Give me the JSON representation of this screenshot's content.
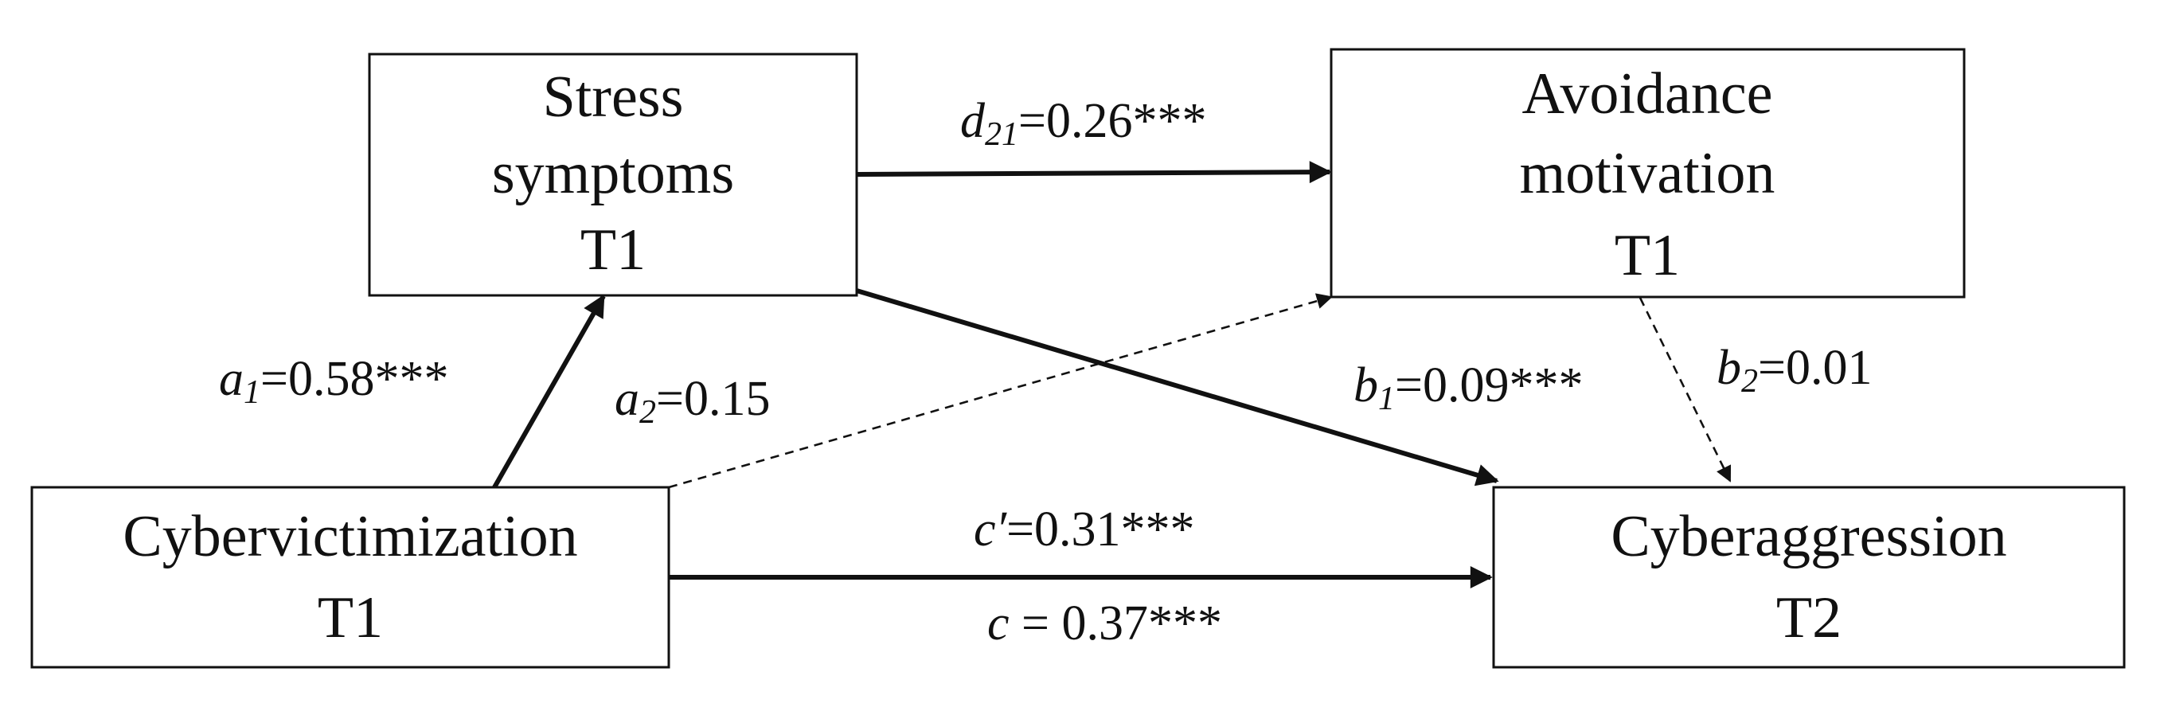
{
  "nodes": {
    "stress": {
      "line1": "Stress",
      "line2": "symptoms",
      "line3": "T1"
    },
    "avoidance": {
      "line1": "Avoidance",
      "line2": "motivation",
      "line3": "T1"
    },
    "cybervictimization": {
      "line1": "Cybervictimization",
      "line2": "T1"
    },
    "cyberaggression": {
      "line1": "Cyberaggression",
      "line2": "T2"
    }
  },
  "paths": {
    "d21": {
      "symbol": "d",
      "subscript": "21",
      "value": "=0.26***",
      "significant": true
    },
    "a1": {
      "symbol": "a",
      "subscript": "1",
      "value": "=0.58***",
      "significant": true
    },
    "a2": {
      "symbol": "a",
      "subscript": "2",
      "value": "=0.15",
      "significant": false
    },
    "b1": {
      "symbol": "b",
      "subscript": "1",
      "value": "=0.09***",
      "significant": true
    },
    "b2": {
      "symbol": "b",
      "subscript": "2",
      "value": "=0.01",
      "significant": false
    },
    "c_prime": {
      "symbol": "c′",
      "value": "=0.31***",
      "significant": true
    },
    "c_total": {
      "symbol": "c",
      "value": " = 0.37***",
      "significant": true
    }
  },
  "colors": {
    "ink": "#111111",
    "background": "#ffffff"
  }
}
